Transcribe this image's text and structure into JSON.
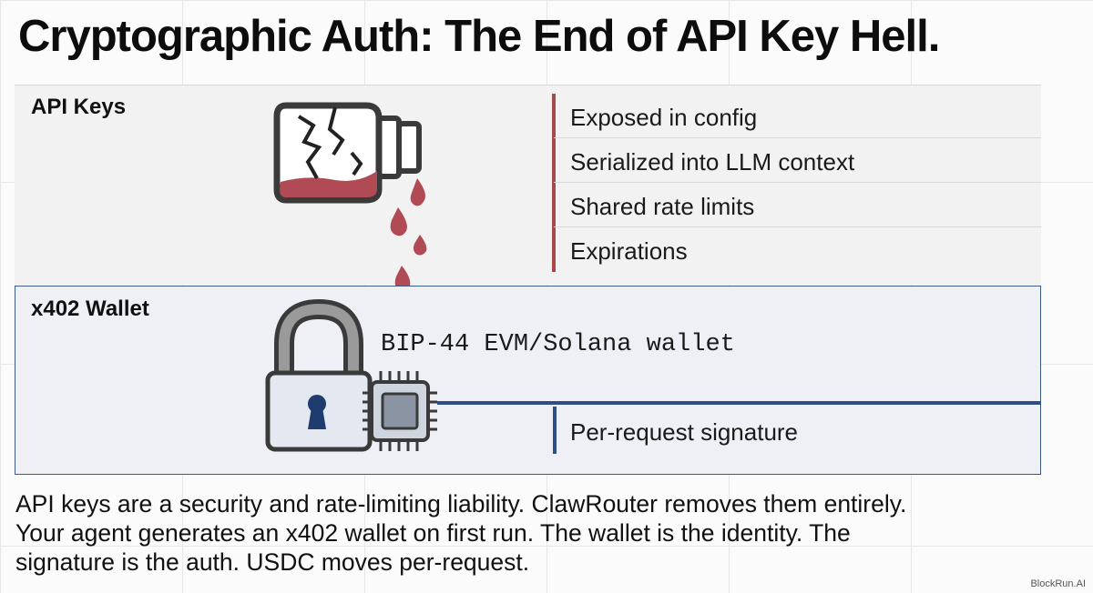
{
  "title": "Cryptographic Auth: The End of API Key Hell.",
  "api_keys": {
    "label": "API Keys",
    "items": [
      "Exposed in config",
      "Serialized into LLM context",
      "Shared rate limits",
      "Expirations"
    ],
    "icon": "broken-leaking-bottle-icon",
    "accent_color": "#a54a4a"
  },
  "wallet": {
    "label": "x402 Wallet",
    "wallet_type": "BIP-44 EVM/Solana wallet",
    "signature": "Per-request signature",
    "icons": [
      "padlock-icon",
      "chip-icon"
    ],
    "accent_color": "#2d4f86"
  },
  "caption": {
    "line1": "API keys are a security and rate-limiting liability. ClawRouter removes them entirely.",
    "line2": "Your agent generates an x402 wallet on first run. The wallet is the identity. The",
    "line3": "signature is the auth. USDC moves per-request."
  },
  "watermark": "BlockRun.AI"
}
